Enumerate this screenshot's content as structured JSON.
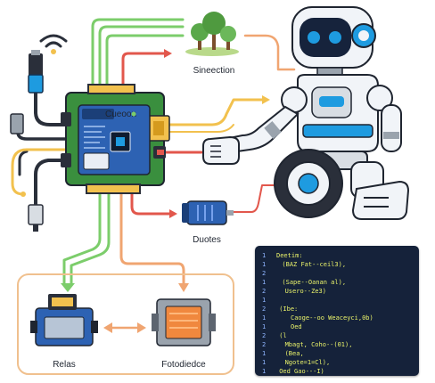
{
  "labels": {
    "board_chip": "Cueoon",
    "env_label": "Sineection",
    "motor_label": "Duotes",
    "relay_label": "Relas",
    "actuator_label": "Fotodiedce"
  },
  "code": {
    "lines": [
      {
        "n": "1",
        "text": "Deetim:"
      },
      {
        "n": "1",
        "text": "(BAZ Fat--ceil3),"
      },
      {
        "n": "2",
        "text": ""
      },
      {
        "n": "1",
        "text": "(Sape--Oanan al),"
      },
      {
        "n": "2",
        "text": "Usero--Ze3)"
      },
      {
        "n": "1",
        "text": ""
      },
      {
        "n": "2",
        "text": "(Ibe:"
      },
      {
        "n": "1",
        "text": "Caoge--oo Weaceyci,0b)"
      },
      {
        "n": "1",
        "text": "Oed"
      },
      {
        "n": "2",
        "text": "(l"
      },
      {
        "n": "2",
        "text": "Mbagt, Coho--(01),"
      },
      {
        "n": "1",
        "text": "(Bea,"
      },
      {
        "n": "1",
        "text": "Ngote=1=Cl),"
      },
      {
        "n": "1",
        "text": "Oed Gao---I)"
      }
    ]
  },
  "colors": {
    "wire_green": "#7ccd6b",
    "wire_red": "#e2574c",
    "wire_yellow": "#f2c14e",
    "wire_peach": "#f0a571",
    "wire_dark": "#2a2f3a",
    "board_green": "#3a8f3e",
    "board_blue": "#2d62b3",
    "robot_body": "#f1f4f8",
    "robot_accent": "#1e9be0",
    "code_bg": "#15223a",
    "code_text": "#e9f26a"
  }
}
